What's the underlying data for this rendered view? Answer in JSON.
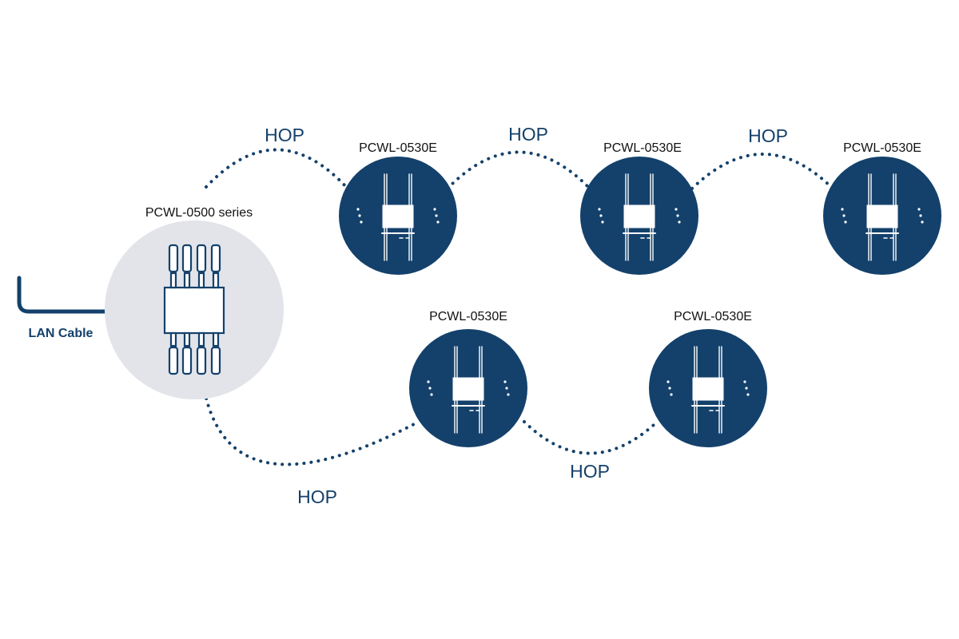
{
  "colors": {
    "primary": "#14416b",
    "controller_fill": "#e2e4ea",
    "text_dark": "#111111",
    "white": "#ffffff"
  },
  "controller": {
    "label": "PCWL-0500 series",
    "icon": "controller-device-icon"
  },
  "lan": {
    "label": "LAN Cable"
  },
  "access_points": [
    {
      "label": "PCWL-0530E",
      "icon": "access-point-icon"
    },
    {
      "label": "PCWL-0530E",
      "icon": "access-point-icon"
    },
    {
      "label": "PCWL-0530E",
      "icon": "access-point-icon"
    },
    {
      "label": "PCWL-0530E",
      "icon": "access-point-icon"
    },
    {
      "label": "PCWL-0530E",
      "icon": "access-point-icon"
    }
  ],
  "hops": [
    {
      "label": "HOP"
    },
    {
      "label": "HOP"
    },
    {
      "label": "HOP"
    },
    {
      "label": "HOP"
    },
    {
      "label": "HOP"
    }
  ]
}
